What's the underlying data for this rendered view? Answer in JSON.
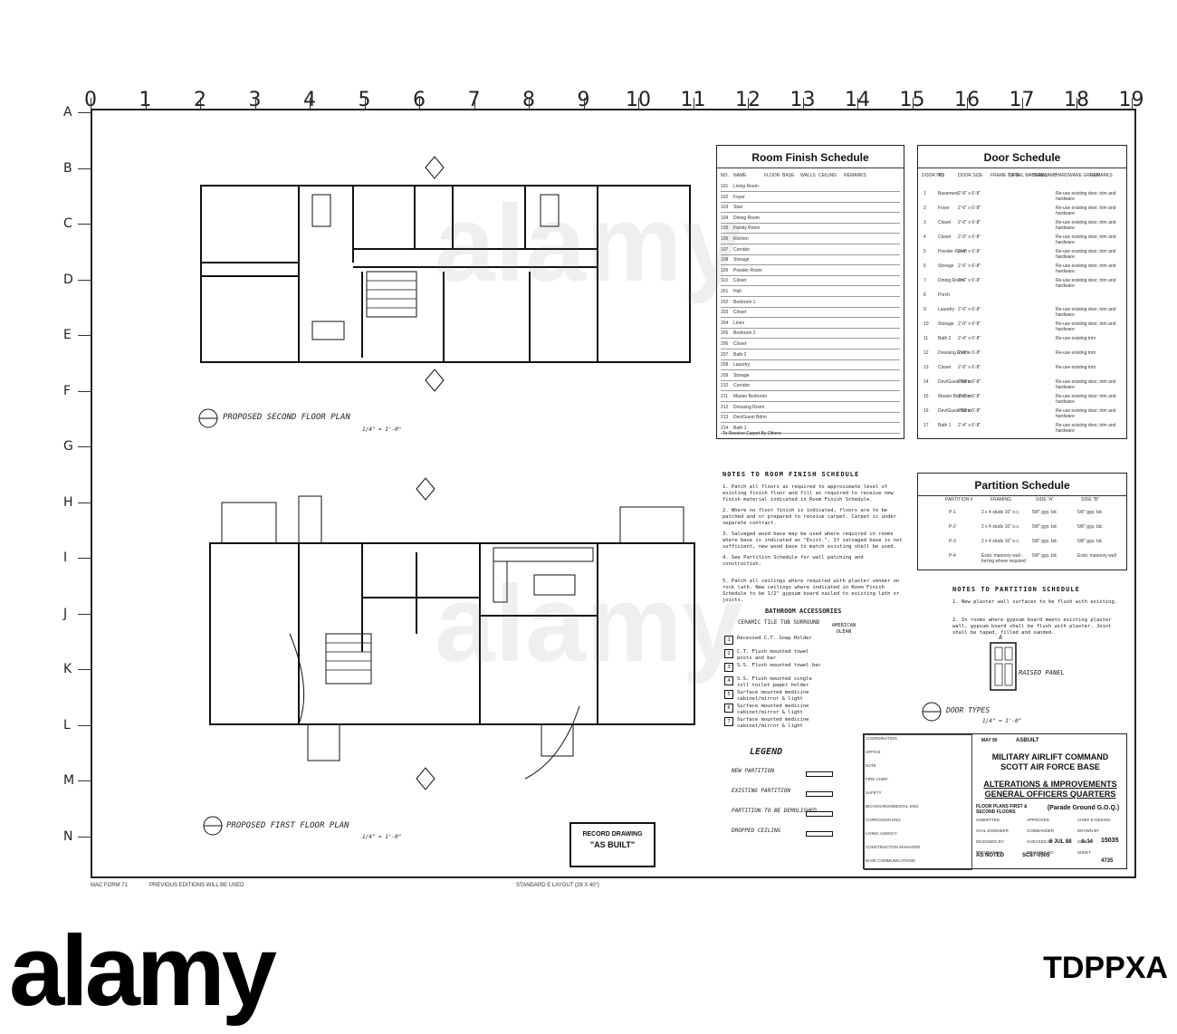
{
  "rulers": {
    "numbers": [
      "0",
      "1",
      "2",
      "3",
      "4",
      "5",
      "6",
      "7",
      "8",
      "9",
      "10",
      "11",
      "12",
      "13",
      "14",
      "15",
      "16",
      "17",
      "18",
      "19"
    ],
    "letters": [
      "A",
      "B",
      "C",
      "D",
      "E",
      "F",
      "G",
      "H",
      "I",
      "J",
      "K",
      "L",
      "M",
      "N"
    ]
  },
  "plans": {
    "second_floor_label": "PROPOSED SECOND FLOOR PLAN",
    "second_floor_scale": "1/4\" = 1'-0\"",
    "first_floor_label": "PROPOSED FIRST FLOOR PLAN",
    "first_floor_scale": "1/4\" = 1'-0\"",
    "door_types_label": "DOOR TYPES",
    "door_types_scale": "1/4\" = 1'-0\"",
    "raised_panel": "RAISED PANEL",
    "door_type_letter": "A"
  },
  "room_finish": {
    "title": "Room Finish Schedule",
    "headers": [
      "NO.",
      "NAME",
      "FLOOR",
      "BASE",
      "WALLS",
      "CEILING",
      "REMARKS"
    ],
    "rows": [
      [
        "101",
        "Living Room"
      ],
      [
        "102",
        "Foyer"
      ],
      [
        "103",
        "Stair"
      ],
      [
        "104",
        "Dining Room"
      ],
      [
        "105",
        "Family Room"
      ],
      [
        "106",
        "Kitchen"
      ],
      [
        "107",
        "Corridor"
      ],
      [
        "108",
        "Storage"
      ],
      [
        "109",
        "Powder Room"
      ],
      [
        "110",
        "Closet"
      ],
      [
        "201",
        "Hall"
      ],
      [
        "202",
        "Bedroom 1"
      ],
      [
        "203",
        "Closet"
      ],
      [
        "204",
        "Linen"
      ],
      [
        "205",
        "Bedroom 2"
      ],
      [
        "206",
        "Closet"
      ],
      [
        "207",
        "Bath 2"
      ],
      [
        "208",
        "Laundry"
      ],
      [
        "209",
        "Storage"
      ],
      [
        "210",
        "Corridor"
      ],
      [
        "211",
        "Master Bedroom"
      ],
      [
        "212",
        "Dressing Room"
      ],
      [
        "213",
        "Dev/Guest Bdrm"
      ],
      [
        "214",
        "Bath 1"
      ]
    ],
    "footnote": "To Receive Carpet By Others"
  },
  "door_schedule": {
    "title": "Door Schedule",
    "headers": [
      "DOOR NO.",
      "TO",
      "DOOR SIZE",
      "FRAME TYPE",
      "DETAIL MATERIAL",
      "HEAD",
      "JAMB",
      "HARDWARE GROUP",
      "REMARKS"
    ],
    "rows": [
      [
        "1",
        "Basement",
        "2'-8\" x 6'-8\"",
        "Re-use existing door, trim and hardware"
      ],
      [
        "2",
        "Foyer",
        "2'-6\" x 6'-8\"",
        "Re-use existing door, trim and hardware"
      ],
      [
        "3",
        "Closet",
        "2'-0\" x 6'-8\"",
        "Re-use existing door, trim and hardware"
      ],
      [
        "4",
        "Closet",
        "2'-0\" x 6'-8\"",
        "Re-use existing door, trim and hardware"
      ],
      [
        "5",
        "Powder Room",
        "2'-6\" x 6'-8\"",
        "Re-use existing door, trim and hardware"
      ],
      [
        "6",
        "Storage",
        "2'-6\" x 6'-8\"",
        "Re-use existing door, trim and hardware"
      ],
      [
        "7",
        "Dining Room",
        "2'-6\" x 6'-8\"",
        "Re-use existing door, trim and hardware"
      ],
      [
        "8",
        "Porch",
        "",
        " "
      ],
      [
        "9",
        "Laundry",
        "2'-6\" x 6'-8\"",
        "Re-use existing door, trim and hardware"
      ],
      [
        "10",
        "Storage",
        "2'-0\" x 6'-8\"",
        "Re-use existing door, trim and hardware"
      ],
      [
        "11",
        "Bath 2",
        "2'-4\" x 6'-8\"",
        "Re-use existing trim"
      ],
      [
        "12",
        "Dressing Room",
        "2'-6\" x 6'-8\"",
        "Re-use existing trim"
      ],
      [
        "13",
        "Closet",
        "2'-6\" x 6'-8\"",
        "Re-use existing trim"
      ],
      [
        "14",
        "Dev/Guest Bdrm",
        "2'-6\" x 6'-8\"",
        "Re-use existing door, trim and hardware"
      ],
      [
        "15",
        "Master Bedroom",
        "2'-6\" x 6'-8\"",
        "Re-use existing door, trim and hardware"
      ],
      [
        "16",
        "Dev/Guest Bdrm",
        "2'-6\" x 6'-8\"",
        "Re-use existing door, trim and hardware"
      ],
      [
        "17",
        "Bath 1",
        "2'-4\" x 6'-8\"",
        "Re-use existing door, trim and hardware"
      ]
    ]
  },
  "partition_schedule": {
    "title": "Partition Schedule",
    "headers": [
      "PARTITION #",
      "FRAMING",
      "SIDE \"A\"",
      "SIDE \"B\""
    ],
    "rows": [
      [
        "P-1",
        "2 x 4 studs 16\" o.c.",
        "5/8\" gyp. bd.",
        "5/8\" gyp. bd."
      ],
      [
        "P-2",
        "2 x 4 studs 16\" o.c.",
        "5/8\" gyp. bd.",
        "5/8\" gyp. bd."
      ],
      [
        "P-3",
        "2 x 4 studs 16\" o.c.",
        "5/8\" gyp. bd.",
        "5/8\" gyp. bd."
      ],
      [
        "P-4",
        "Exist. masonry wall - furring where required",
        "5/8\" gyp. bd.",
        "Exist. masonry wall"
      ]
    ]
  },
  "notes_room_finish": {
    "title": "NOTES TO ROOM FINISH SCHEDULE",
    "items": [
      "1. Patch all floors as required to approximate level of existing finish floor and fill as required to receive new finish material indicated in Room Finish Schedule.",
      "2. Where no floor finish is indicated, floors are to be patched and or prepared to receive carpet. Carpet is under separate contract.",
      "3. Salvaged wood base may be used where required in rooms where base is indicated as \"Exist.\". If salvaged base is not sufficient, new wood base to match existing shall be used.",
      "4. See Partition Schedule for wall patching and construction.",
      "5. Patch all ceilings where required with plaster veneer on rock lath. New ceilings where indicated in Room Finish Schedule to be 1/2\" gypsum board nailed to existing lath or joists."
    ]
  },
  "notes_partition": {
    "title": "NOTES TO PARTITION SCHEDULE",
    "items": [
      "1. New plaster wall surfaces to be flush with existing.",
      "2. In rooms where gypsum board meets existing plaster wall, gypsum board shall be flush with plaster. Joint shall be taped, filled and sanded."
    ]
  },
  "bath_accessories": {
    "title": "BATHROOM ACCESSORIES",
    "subtitle": "CERAMIC TILE TUB SURROUND",
    "manufacturer": "AMERICAN OLEAN",
    "items": [
      [
        "1",
        "Recessed C.T. Soap Holder"
      ],
      [
        "2",
        "C.T. Flush mounted towel posts and bar"
      ],
      [
        "3",
        "S.S. Flush mounted towel bar"
      ],
      [
        "4",
        "S.S. Flush mounted single roll toilet paper holder"
      ],
      [
        "5",
        "Surface mounted medicine cabinet/mirror & light"
      ],
      [
        "6",
        "Surface mounted medicine cabinet/mirror & light"
      ],
      [
        "7",
        "Surface mounted medicine cabinet/mirror & light"
      ]
    ]
  },
  "legend": {
    "title": "LEGEND",
    "items": [
      "NEW PARTITION",
      "EXISTING PARTITION",
      "PARTITION TO BE DEMOLISHED",
      "DROPPED CEILING"
    ]
  },
  "record_stamp": {
    "line1": "RECORD DRAWING",
    "line2": "\"AS BUILT\""
  },
  "title_block": {
    "org1": "MILITARY AIRLIFT COMMAND",
    "org2": "SCOTT AIR FORCE BASE",
    "project1": "ALTERATIONS & IMPROVEMENTS",
    "project2": "GENERAL OFFICERS QUARTERS",
    "sheet_title": "FLOOR PLANS FIRST & SECOND FLOORS",
    "location": "(Parade Ground G.O.Q.)",
    "revision": "ASBUILT",
    "rev_date": "MAY 90",
    "date": "8 JUL 88",
    "sheet": "A-14",
    "drawing_no": "15035",
    "project_no": "SC87-0505",
    "number": "4735",
    "scale": "AS NOTED",
    "labels": [
      "COORDINATION",
      "OFFICE",
      "DATE",
      "FIRE CHIEF",
      "SAFETY",
      "BIO-ENVIRONMENTAL ENG",
      "CORROSION ENG",
      "LIVING AGENCY",
      "CONSTRUCTION MANAGER",
      "BASE COMMUNICATIONS",
      "SUBMITTED",
      "APPROVED",
      "CHIEF E-DESIGN",
      "CIVIL ENGINEER",
      "COMMANDER",
      "DRAWN BY",
      "DESIGNED BY",
      "CHECKED BY",
      "SCALE",
      "PROJECT NO.",
      "DRAWING NO.",
      "SHEET"
    ]
  },
  "footer_text": {
    "form": "MAC FORM 71",
    "previous": "PREVIOUS EDITIONS WILL BE USED",
    "layout": "STANDARD E LAYOUT (28 X 40\")"
  },
  "watermark": "alamy",
  "stock_code": "TDPPXA"
}
